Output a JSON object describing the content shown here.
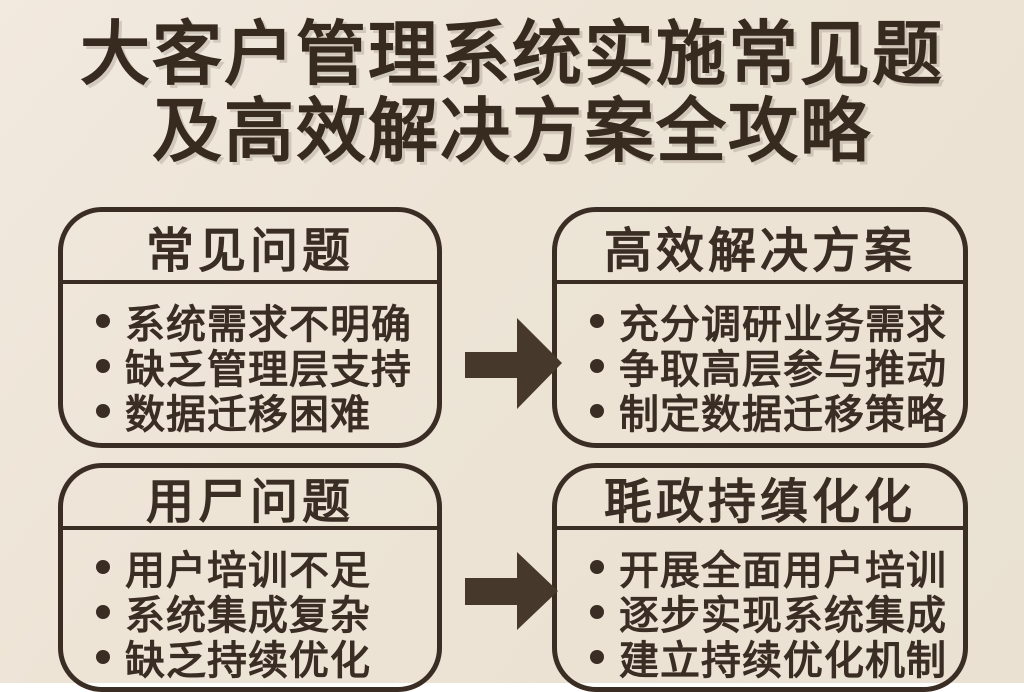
{
  "title": {
    "line1": "大客户管理系统实施常见题",
    "line2": "及高效解决方案全攻略"
  },
  "boxes": {
    "top_left": {
      "header": "常见问题",
      "items": [
        "系统需求不明确",
        "缺乏管理层支持",
        "数据迁移困难"
      ]
    },
    "top_right": {
      "header": "高效解决方案",
      "items": [
        "充分调研业务需求",
        "争取高层参与推动",
        "制定数据迁移策略"
      ]
    },
    "bottom_left": {
      "header": "用尸问题",
      "items": [
        "用户培训不足",
        "系统集成复杂",
        "缺乏持续优化"
      ]
    },
    "bottom_right": {
      "header": "毦政持缜化化",
      "items": [
        "开展全面用户培训",
        "逐步实现系统集成",
        "建立持续优化机制"
      ]
    }
  },
  "icons": {
    "top_arrow": "arrow-right-icon",
    "bottom_arrow": "arrow-right-icon"
  },
  "colors": {
    "background": "#ede4d6",
    "ink": "#3a2d23",
    "arrow": "#46382a"
  }
}
